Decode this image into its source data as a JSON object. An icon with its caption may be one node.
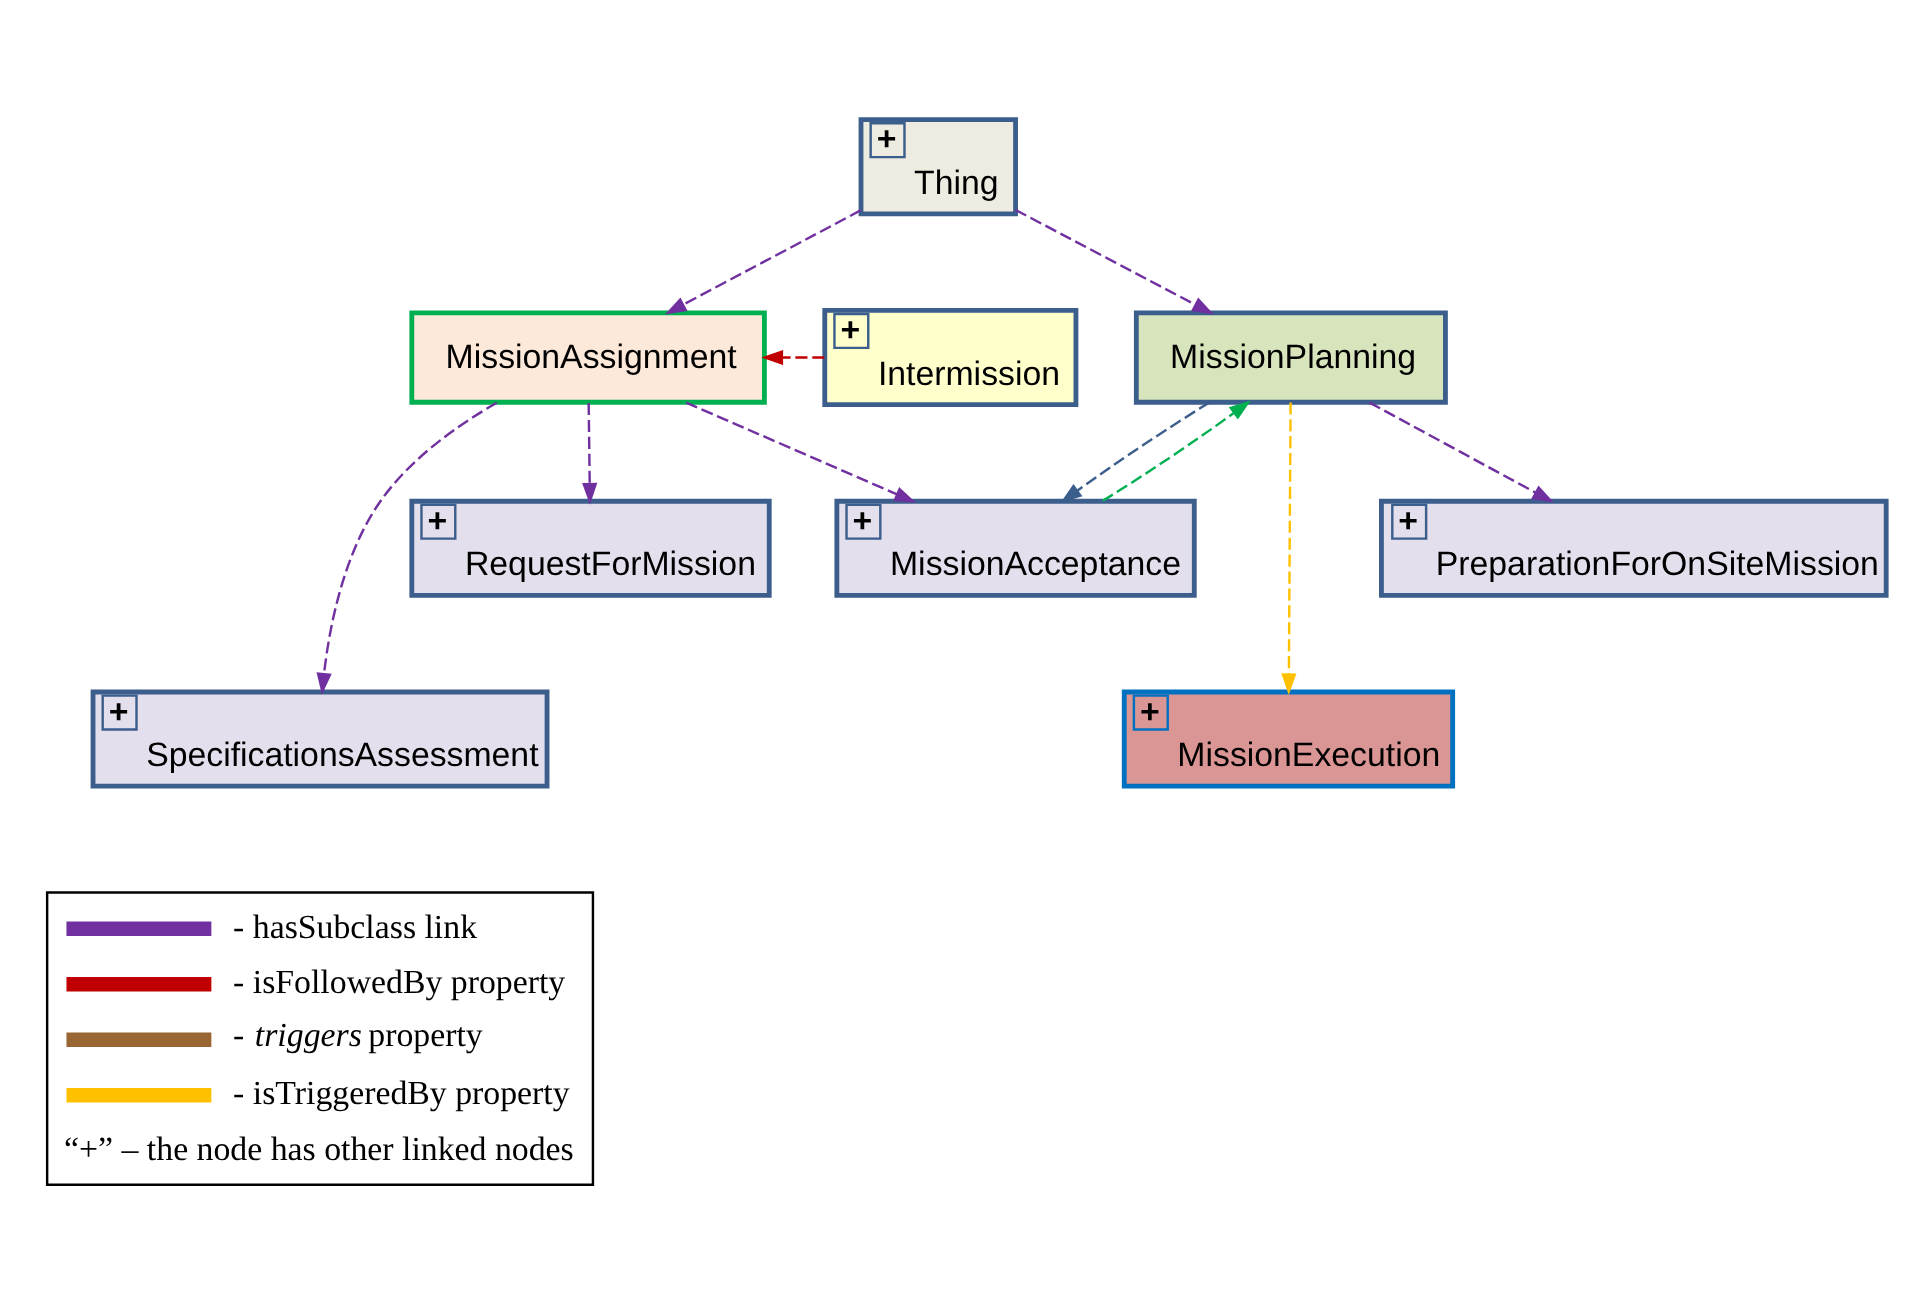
{
  "diagram": {
    "nodes": [
      {
        "text": [
          "+",
          "Thing"
        ]
      },
      {
        "text": [
          "+",
          "Intermission"
        ]
      },
      {
        "text": [
          "MissionAssignment"
        ]
      },
      {
        "text": [
          "MissionPlanning"
        ]
      },
      {
        "text": [
          "+",
          "RequestForMission"
        ]
      },
      {
        "text": [
          "+",
          "MissionAcceptance"
        ]
      },
      {
        "text": [
          "+",
          "PreparationForOnSiteMission"
        ]
      },
      {
        "text": [
          "+",
          "SpecificationsAssessment"
        ]
      },
      {
        "text": [
          "+",
          "MissionExecution"
        ]
      }
    ],
    "edges": [
      {
        "from": 0,
        "to": 2,
        "arrow": "to",
        "style": "dashed"
      },
      {
        "from": 0,
        "to": 3,
        "arrow": "to",
        "style": "dashed"
      },
      {
        "from": 1,
        "to": 2,
        "arrow": "to",
        "style": "dashed",
        "color": "#c00000"
      },
      {
        "from": 2,
        "to": 4,
        "arrow": "to",
        "style": "dashed"
      },
      {
        "from": 2,
        "to": 7,
        "arrow": "to",
        "style": "dashed"
      },
      {
        "from": 2,
        "to": 5,
        "arrow": "to",
        "style": "dashed"
      },
      {
        "from": 3,
        "to": 5,
        "arrow": "to",
        "style": "dashed",
        "color": "#3b5e8c"
      },
      {
        "from": 5,
        "to": 3,
        "arrow": "to",
        "style": "dashed",
        "color": "#00b050"
      },
      {
        "from": 3,
        "to": 8,
        "arrow": "to",
        "style": "dashed",
        "color": "#ffc000"
      },
      {
        "from": 3,
        "to": 6,
        "arrow": "to",
        "style": "dashed"
      }
    ],
    "labels": [
      "“+” – the node has other linked nodes"
    ],
    "legend": [
      {
        "text": "- hasSubclass link",
        "color": "#7030a0"
      },
      {
        "text": "- isFollowedBy property",
        "color": "#c00000"
      },
      {
        "text": "- *triggers* property",
        "color": "#996633"
      },
      {
        "text": "- isTriggeredBy property",
        "color": "#ffc000"
      }
    ]
  }
}
